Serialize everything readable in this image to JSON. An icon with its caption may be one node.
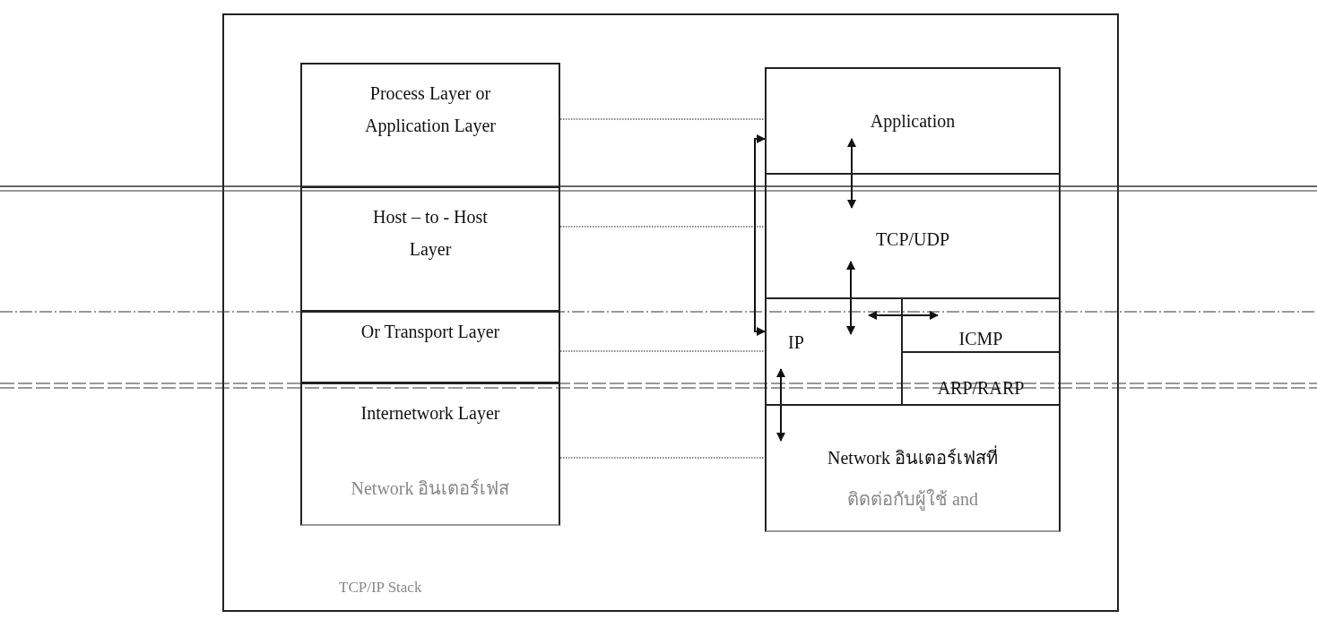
{
  "diagram": {
    "nodes": [
      {
        "text": [
          "Process Layer or Application Layer"
        ]
      },
      {
        "text": [
          "Host – to - Host Layer"
        ]
      },
      {
        "text": [
          "Or Transport Layer"
        ]
      },
      {
        "text": [
          "Internetwork Layer",
          "Network อินเตอร์เฟส"
        ]
      },
      {
        "text": [
          "Application"
        ]
      },
      {
        "text": [
          "TCP/UDP"
        ]
      },
      {
        "text": [
          "IP"
        ]
      },
      {
        "text": [
          "ICMP"
        ]
      },
      {
        "text": [
          "ARP/RARP"
        ]
      },
      {
        "text": [
          "Network อินเตอร์เฟสที่",
          "ติดต่อกับผู้ใช้ and"
        ]
      }
    ],
    "edges": [
      {
        "from": 0,
        "to": 4,
        "arrow": "none",
        "style": "dashed"
      },
      {
        "from": 1,
        "to": 5,
        "arrow": "none",
        "style": "dashed"
      },
      {
        "from": 2,
        "to": 6,
        "arrow": "none",
        "style": "dashed"
      },
      {
        "from": 3,
        "to": 9,
        "arrow": "none",
        "style": "dashed"
      },
      {
        "from": 4,
        "to": 6,
        "arrow": "both"
      },
      {
        "from": 4,
        "to": 5,
        "arrow": "both"
      },
      {
        "from": 5,
        "to": 6,
        "arrow": "both"
      },
      {
        "from": 6,
        "to": 7,
        "arrow": "both"
      },
      {
        "from": 6,
        "to": 9,
        "arrow": "both"
      }
    ],
    "labels": [
      "TCP/IP Stack"
    ]
  }
}
